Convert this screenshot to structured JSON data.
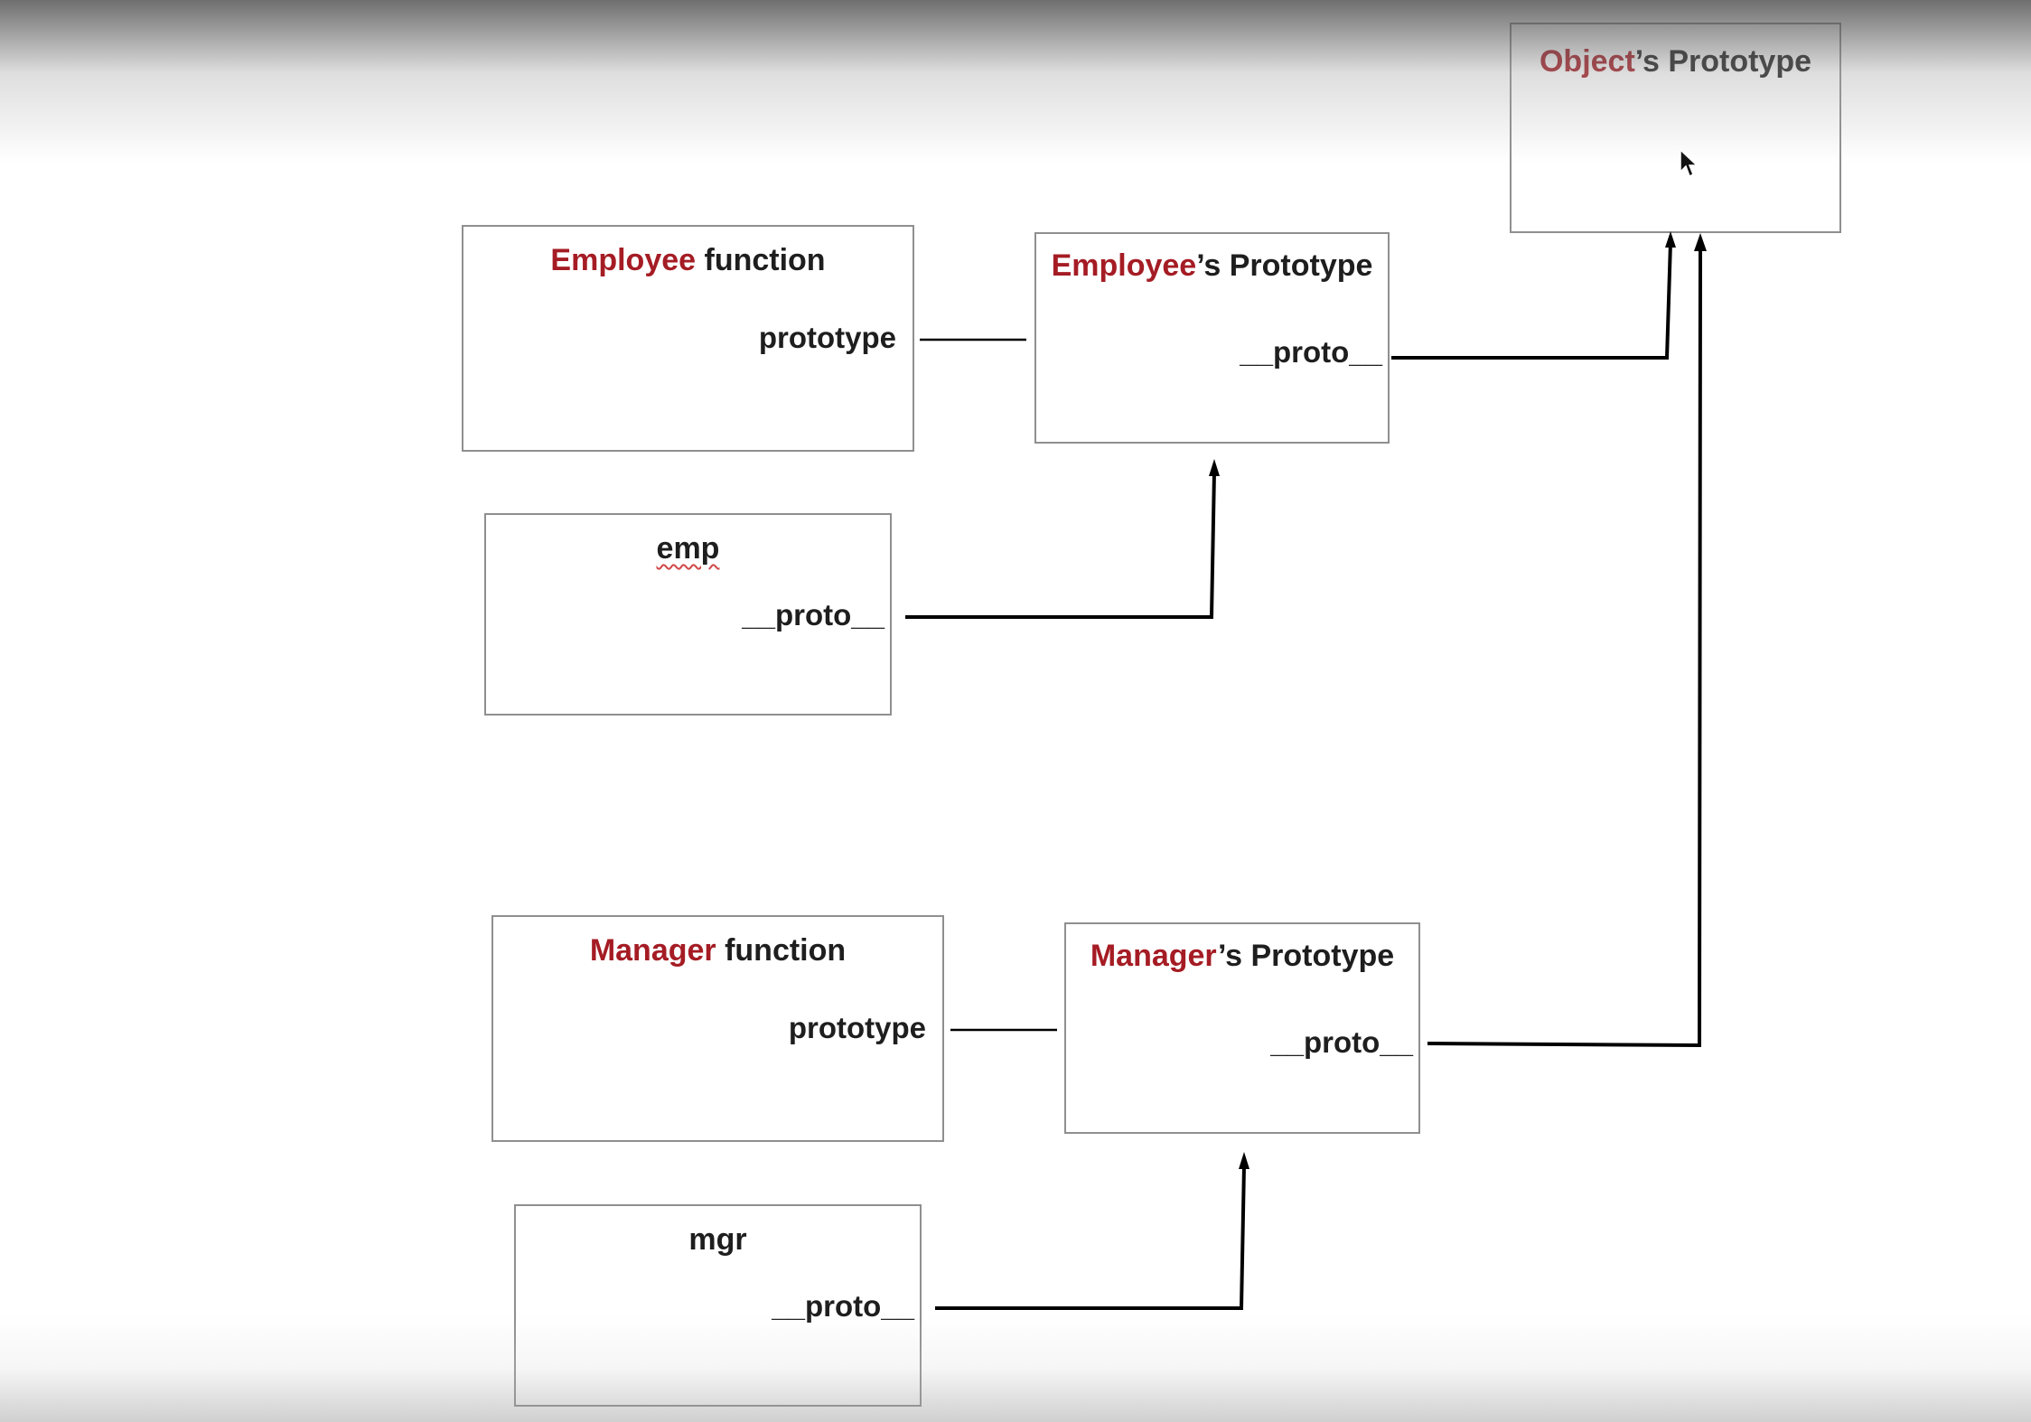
{
  "object_prototype": {
    "title_highlight": "Object",
    "title_rest": "’s Prototype"
  },
  "employee_function": {
    "title_highlight": "Employee",
    "title_rest": " function",
    "field": "prototype"
  },
  "employee_prototype": {
    "title_highlight": "Employee",
    "title_rest": "’s Prototype",
    "field": "__proto__"
  },
  "emp": {
    "title": "emp",
    "field": "__proto__"
  },
  "manager_function": {
    "title_highlight": "Manager",
    "title_rest": " function",
    "field": "prototype"
  },
  "manager_prototype": {
    "title_highlight": "Manager",
    "title_rest": "’s Prototype",
    "field": "__proto__"
  },
  "mgr": {
    "title": "mgr",
    "field": "__proto__"
  },
  "colors": {
    "highlight": "#a51c24",
    "text": "#1e1e1e",
    "box_border": "#8f8f8f",
    "line": "#000000"
  }
}
